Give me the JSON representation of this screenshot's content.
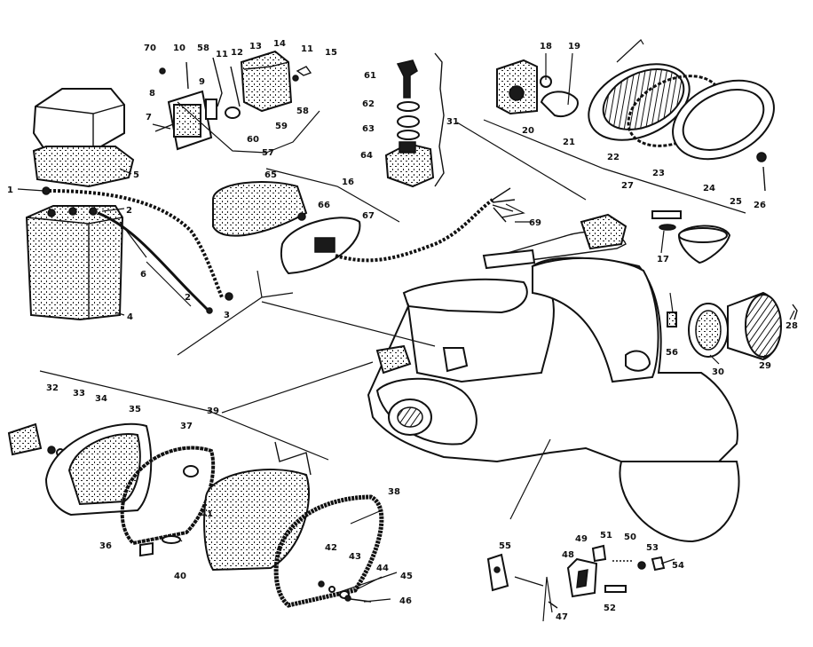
{
  "figure": {
    "description_label": "Scooter electrical system exploded parts diagram",
    "callouts": [
      {
        "id": "c1",
        "label": "1"
      },
      {
        "id": "c2a",
        "label": "2"
      },
      {
        "id": "c2b",
        "label": "2"
      },
      {
        "id": "c3",
        "label": "3"
      },
      {
        "id": "c4",
        "label": "4"
      },
      {
        "id": "c5",
        "label": "5"
      },
      {
        "id": "c6",
        "label": "6"
      },
      {
        "id": "c7",
        "label": "7"
      },
      {
        "id": "c8",
        "label": "8"
      },
      {
        "id": "c9",
        "label": "9"
      },
      {
        "id": "c10",
        "label": "10"
      },
      {
        "id": "c11a",
        "label": "11"
      },
      {
        "id": "c11b",
        "label": "11"
      },
      {
        "id": "c12",
        "label": "12"
      },
      {
        "id": "c13",
        "label": "13"
      },
      {
        "id": "c14",
        "label": "14"
      },
      {
        "id": "c15",
        "label": "15"
      },
      {
        "id": "c16",
        "label": "16"
      },
      {
        "id": "c17",
        "label": "17"
      },
      {
        "id": "c18",
        "label": "18"
      },
      {
        "id": "c19",
        "label": "19"
      },
      {
        "id": "c20",
        "label": "20"
      },
      {
        "id": "c21",
        "label": "21"
      },
      {
        "id": "c22",
        "label": "22"
      },
      {
        "id": "c23",
        "label": "23"
      },
      {
        "id": "c24",
        "label": "24"
      },
      {
        "id": "c25",
        "label": "25"
      },
      {
        "id": "c26",
        "label": "26"
      },
      {
        "id": "c27",
        "label": "27"
      },
      {
        "id": "c28",
        "label": "28"
      },
      {
        "id": "c29",
        "label": "29"
      },
      {
        "id": "c30",
        "label": "30"
      },
      {
        "id": "c31",
        "label": "31"
      },
      {
        "id": "c32",
        "label": "32"
      },
      {
        "id": "c33",
        "label": "33"
      },
      {
        "id": "c34",
        "label": "34"
      },
      {
        "id": "c35",
        "label": "35"
      },
      {
        "id": "c36",
        "label": "36"
      },
      {
        "id": "c37",
        "label": "37"
      },
      {
        "id": "c38",
        "label": "38"
      },
      {
        "id": "c39",
        "label": "39"
      },
      {
        "id": "c40",
        "label": "40"
      },
      {
        "id": "c41",
        "label": "41"
      },
      {
        "id": "c42",
        "label": "42"
      },
      {
        "id": "c43",
        "label": "43"
      },
      {
        "id": "c44",
        "label": "44"
      },
      {
        "id": "c45",
        "label": "45"
      },
      {
        "id": "c46",
        "label": "46"
      },
      {
        "id": "c47",
        "label": "47"
      },
      {
        "id": "c48",
        "label": "48"
      },
      {
        "id": "c49",
        "label": "49"
      },
      {
        "id": "c50",
        "label": "50"
      },
      {
        "id": "c51",
        "label": "51"
      },
      {
        "id": "c52",
        "label": "52"
      },
      {
        "id": "c53",
        "label": "53"
      },
      {
        "id": "c54",
        "label": "54"
      },
      {
        "id": "c55",
        "label": "55"
      },
      {
        "id": "c56",
        "label": "56"
      },
      {
        "id": "c57",
        "label": "57"
      },
      {
        "id": "c58a",
        "label": "58"
      },
      {
        "id": "c58b",
        "label": "58"
      },
      {
        "id": "c59",
        "label": "59"
      },
      {
        "id": "c60",
        "label": "60"
      },
      {
        "id": "c61",
        "label": "61"
      },
      {
        "id": "c62",
        "label": "62"
      },
      {
        "id": "c63",
        "label": "63"
      },
      {
        "id": "c64",
        "label": "64"
      },
      {
        "id": "c65",
        "label": "65"
      },
      {
        "id": "c66",
        "label": "66"
      },
      {
        "id": "c67",
        "label": "67"
      },
      {
        "id": "c69",
        "label": "69"
      },
      {
        "id": "c70",
        "label": "70"
      }
    ]
  }
}
